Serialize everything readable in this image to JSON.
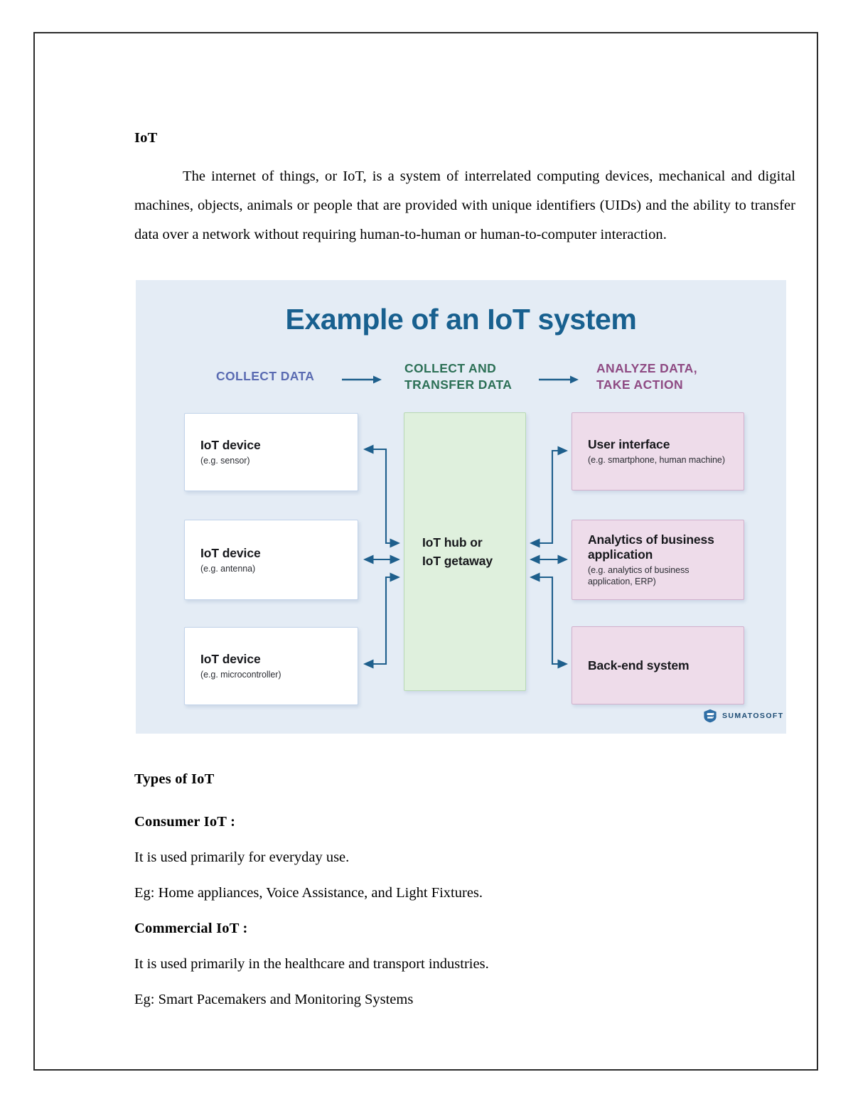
{
  "document": {
    "heading": "IoT",
    "intro_paragraph": "The internet of things, or IoT, is a system of interrelated computing devices, mechanical and digital machines, objects, animals or people that are provided with unique identifiers (UIDs) and the ability to transfer data over a network without requiring human-to-human or human-to-computer interaction."
  },
  "diagram": {
    "title": "Example of an IoT system",
    "background_color": "#e4ecf5",
    "headers": [
      {
        "label": "COLLECT DATA",
        "color": "#5a6bb2"
      },
      {
        "label": "COLLECT AND TRANSFER DATA",
        "line1": "COLLECT AND",
        "line2": "TRANSFER DATA",
        "color": "#2c7056"
      },
      {
        "label": "ANALYZE DATA, TAKE ACTION",
        "line1": "ANALYZE DATA,",
        "line2": "TAKE ACTION",
        "color": "#8e4a83"
      }
    ],
    "devices": [
      {
        "title": "IoT device",
        "subtitle": "(e.g. sensor)"
      },
      {
        "title": "IoT device",
        "subtitle": "(e.g. antenna)"
      },
      {
        "title": "IoT device",
        "subtitle": "(e.g. microcontroller)"
      }
    ],
    "hub": {
      "line1": "IoT hub or",
      "line2": "IoT getaway",
      "color": "#dff0dd"
    },
    "outputs": [
      {
        "title": "User interface",
        "subtitle": "(e.g. smartphone, human machine)"
      },
      {
        "title": "Analytics of business application",
        "subtitle": "(e.g. analytics of business application, ERP)"
      },
      {
        "title": "Back-end system",
        "subtitle": ""
      }
    ],
    "logo": {
      "text": "SUMATOSOFT",
      "color": "#1d4c74"
    },
    "arrow_color": "#1e5f8c"
  },
  "types_section": {
    "heading": "Types of IoT",
    "items": [
      {
        "title": "Consumer IoT :",
        "description": " It is used primarily for everyday use.",
        "example": "Eg: Home appliances, Voice Assistance, and Light Fixtures."
      },
      {
        "title": "Commercial IoT :",
        "description": "It is used primarily  in the healthcare and transport industries.",
        "example": "Eg: Smart Pacemakers and Monitoring Systems"
      }
    ]
  }
}
